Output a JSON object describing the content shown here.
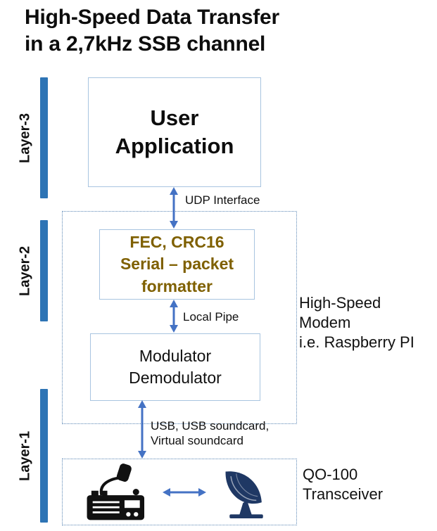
{
  "title": "High-Speed Data Transfer\nin a 2,7kHz SSB channel",
  "layers": {
    "layer3": "Layer-3",
    "layer2": "Layer-2",
    "layer1": "Layer-1"
  },
  "boxes": {
    "user_app": "User\nApplication",
    "fec": "FEC, CRC16\nSerial – packet\nformatter",
    "modem": "Modulator\nDemodulator"
  },
  "arrow_labels": {
    "udp": "UDP Interface",
    "pipe": "Local Pipe",
    "usb": "USB, USB soundcard,\nVirtual soundcard"
  },
  "annotations": {
    "modem_group": "High-Speed\nModem\ni.e. Raspberry PI",
    "transceiver": "QO-100\nTransceiver"
  },
  "icons": {
    "radio": "radio-transceiver-with-mic-icon",
    "dish": "satellite-dish-icon"
  },
  "colors": {
    "layer_bar": "#2e74b5",
    "arrow": "#4472c4",
    "box_border": "#a8c4e0",
    "dotted_border": "#5b87b5",
    "fec_text": "#7f6000",
    "dish_fill": "#1f3864",
    "radio_fill": "#111111"
  }
}
